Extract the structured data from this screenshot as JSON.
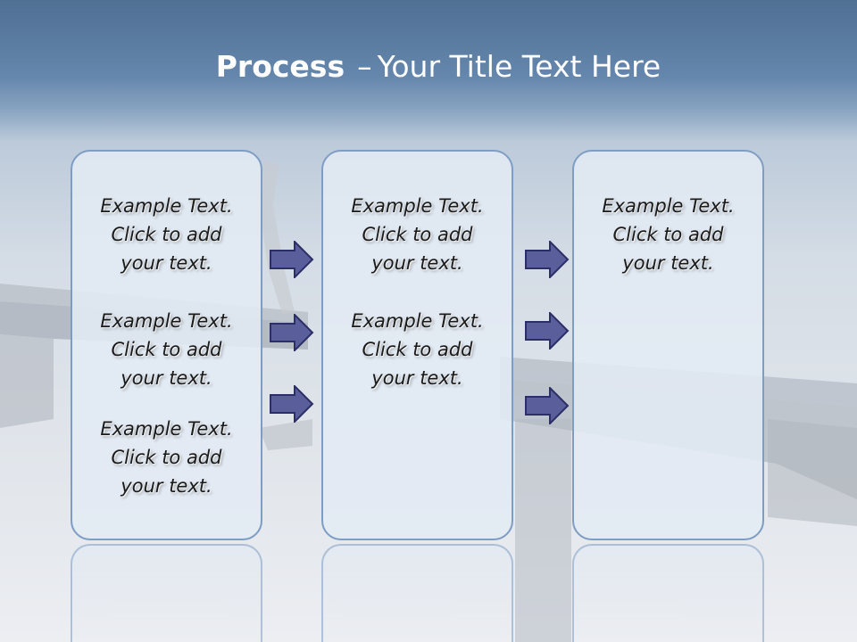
{
  "title": {
    "bold": "Process",
    "dash": "–",
    "rest": "Your Title Text Here"
  },
  "columns": [
    {
      "items": [
        {
          "l1": "Example Text.",
          "l2": "Click  to add",
          "l3": "your text."
        },
        {
          "l1": "Example Text.",
          "l2": "Click  to add",
          "l3": "your text."
        },
        {
          "l1": "Example Text.",
          "l2": "Click  to add",
          "l3": "your text."
        }
      ]
    },
    {
      "items": [
        {
          "l1": "Example Text.",
          "l2": "Click  to add",
          "l3": "your text."
        },
        {
          "l1": "Example Text.",
          "l2": "Click  to add",
          "l3": "your text."
        }
      ]
    },
    {
      "items": [
        {
          "l1": "Example Text.",
          "l2": "Click  to add",
          "l3": "your text."
        }
      ]
    }
  ],
  "colors": {
    "arrow_fill": "#5a5f9c",
    "arrow_stroke": "#2b2f66",
    "box_border": "#7f9dc2",
    "header_blue": "#5a7ca3"
  }
}
